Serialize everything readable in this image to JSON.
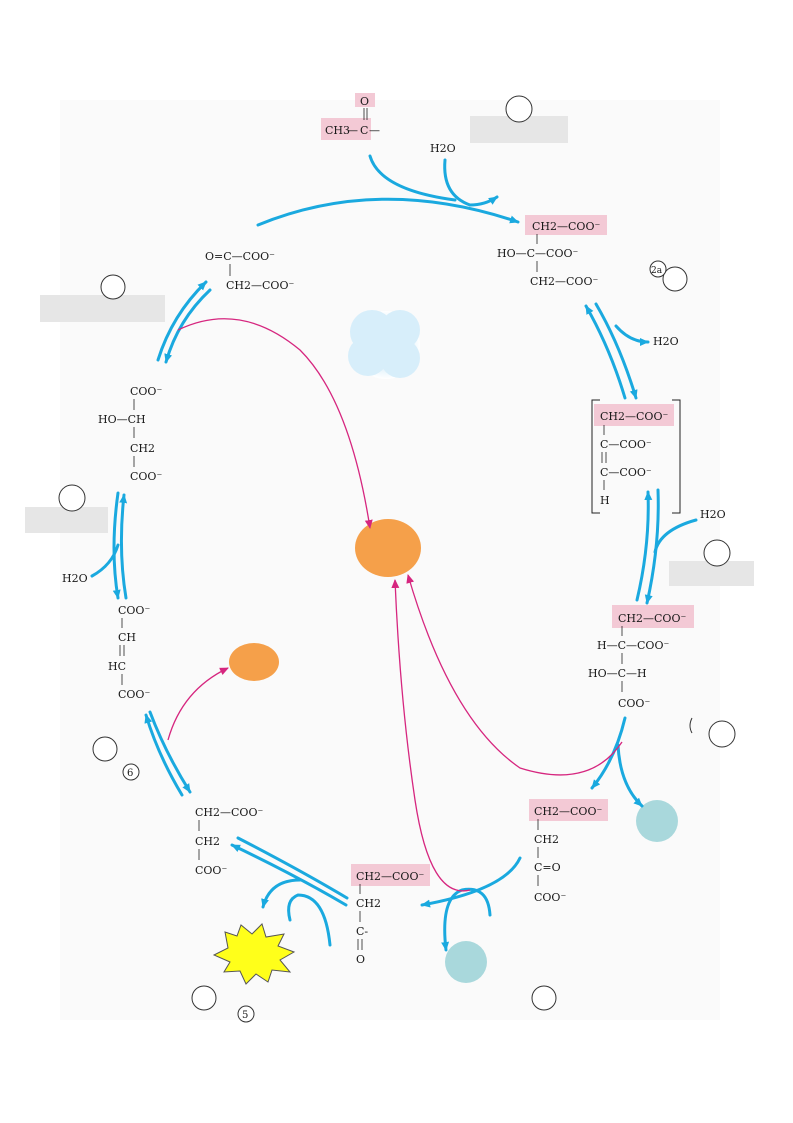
{
  "colors": {
    "arrow": "#1aa9df",
    "magenta": "#d6267f",
    "highlight": "#f3c9d5",
    "label_box": "#e6e6e6",
    "orange": "#f5a04a",
    "teal": "#a9d8dc",
    "star": "#ffff1a",
    "cloud": "#d6eefa"
  },
  "icons": [
    "circle-number-icon",
    "orange-blob-icon",
    "teal-dot-icon",
    "yellow-star-icon",
    "cloud-icon"
  ],
  "water": "H2O",
  "circled_numbers": {
    "step2a": "2a",
    "step5": "5",
    "step6": "6"
  },
  "acetyl": {
    "o": "O",
    "ch3": "CH3",
    "c": "C"
  },
  "citrate": {
    "l1": "CH2—COO⁻",
    "l2": "HO—C—COO⁻",
    "l3": "CH2—COO⁻"
  },
  "aconitate": {
    "l1": "CH2—COO⁻",
    "l2": "C—COO⁻",
    "l3": "C—COO⁻",
    "l4": "H"
  },
  "isocitrate": {
    "l1": "CH2—COO⁻",
    "l2": "H—C—COO⁻",
    "l3": "HO—C—H",
    "l4": "COO⁻"
  },
  "ketoglutarate": {
    "l1": "CH2—COO⁻",
    "l2": "CH2",
    "l3": "C=O",
    "l4": "COO⁻"
  },
  "succinylcoa": {
    "l1": "CH2—COO⁻",
    "l2": "CH2",
    "l3": "C-",
    "l4": "O"
  },
  "succinate": {
    "l1": "CH2—COO⁻",
    "l2": "CH2",
    "l3": "COO⁻"
  },
  "fumarate": {
    "l1": "COO⁻",
    "l2": "CH",
    "l3": "HC",
    "l4": "COO⁻"
  },
  "malate": {
    "l1": "COO⁻",
    "l2": "HO—CH",
    "l3": "CH2",
    "l4": "COO⁻"
  },
  "oxaloacetate": {
    "l1": "O=C—COO⁻",
    "l2": "CH2—COO⁻"
  }
}
